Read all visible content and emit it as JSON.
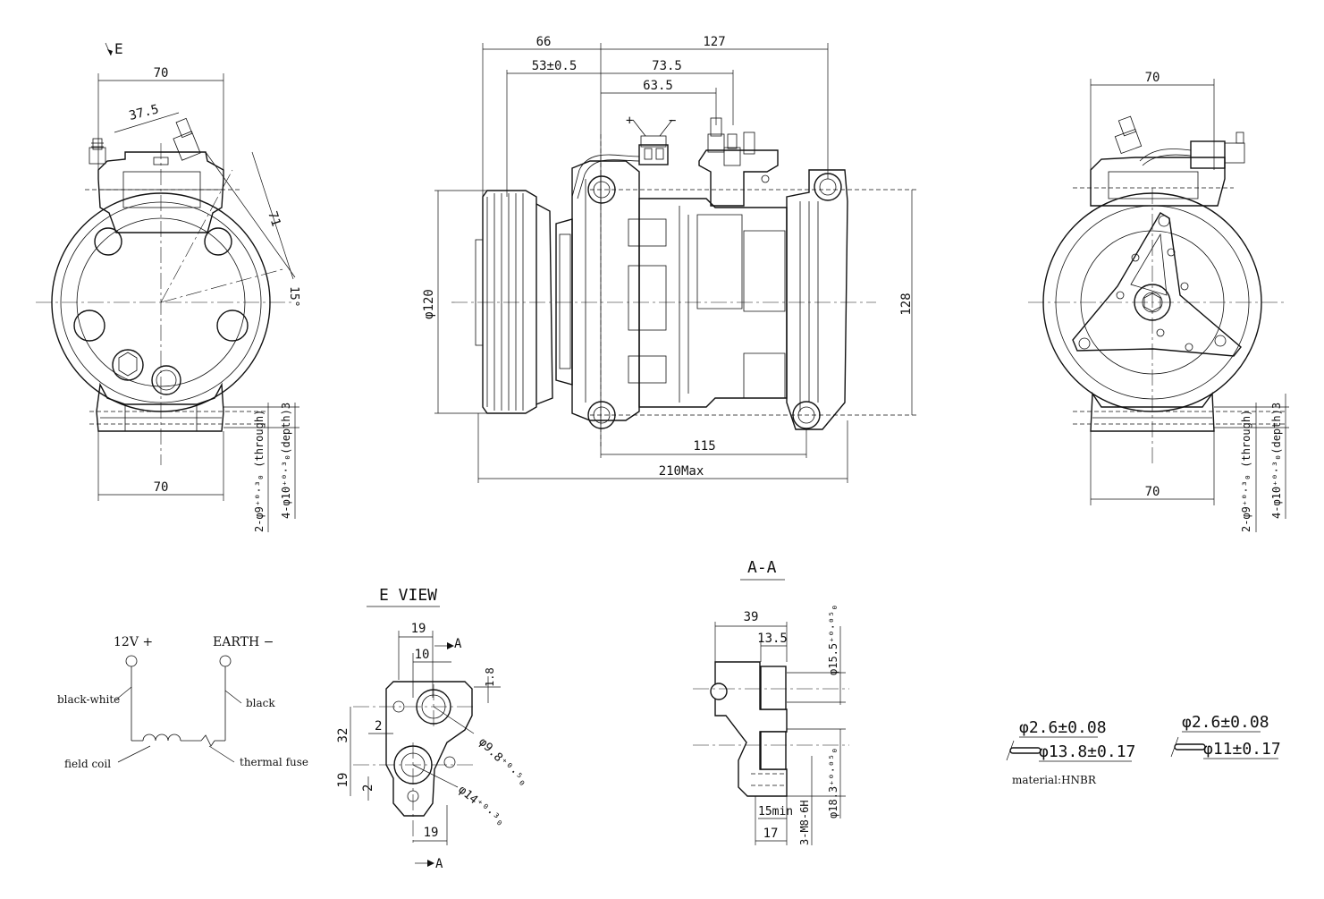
{
  "views": {
    "left": {
      "view_marker": "E",
      "dims": {
        "top_width": "70",
        "inner_width": "37.5",
        "angle_length": "71",
        "angle": "15°",
        "bottom_width": "70",
        "hole_through": "2-φ9⁺⁰·³₀ (through)",
        "hole_depth": "4-φ10⁺⁰·³₀(depth)3"
      }
    },
    "front": {
      "dims": {
        "d66": "66",
        "d127": "127",
        "d53": "53±0.5",
        "d73": "73.5",
        "d63": "63.5",
        "dia120": "φ120",
        "h128": "128",
        "d115": "115",
        "max210": "210Max"
      },
      "terminals": {
        "plus": "+",
        "minus": "−"
      }
    },
    "right": {
      "dims": {
        "top_width": "70",
        "bottom_width": "70",
        "hole_through": "2-φ9⁺⁰·³₀ (through)",
        "hole_depth": "4-φ10⁺⁰·³₀(depth)3"
      }
    },
    "wiring": {
      "plus_label": "12V +",
      "earth_label": "EARTH −",
      "wire_left": "black-white",
      "wire_right": "black",
      "coil": "field coil",
      "fuse": "thermal fuse"
    },
    "e_view": {
      "title": "E VIEW",
      "dims": {
        "d19_top": "19",
        "d10": "10",
        "arrow_a_top": "A",
        "d18": "1.8",
        "d32": "32",
        "d2_upper": "2",
        "d19_left": "19",
        "d2_lower": "2",
        "dia98": "φ9.8⁺⁰·⁵₀",
        "dia14": "φ14⁺⁰·³₀",
        "d19_bottom": "19",
        "arrow_a_bottom": "A"
      }
    },
    "section_aa": {
      "title": "A-A",
      "dims": {
        "d39": "39",
        "d135": "13.5",
        "dia155": "φ15.5⁺⁰·⁰⁵₀",
        "dia183": "φ18.3⁺⁰·⁰⁵₀",
        "d15min": "15min",
        "thread": "3-M8-6H",
        "d17": "17"
      }
    },
    "orings": {
      "ring1_cs": "φ2.6±0.08",
      "ring1_id": "φ13.8±0.17",
      "ring2_cs": "φ2.6±0.08",
      "ring2_id": "φ11±0.17",
      "material": "material:HNBR"
    }
  }
}
